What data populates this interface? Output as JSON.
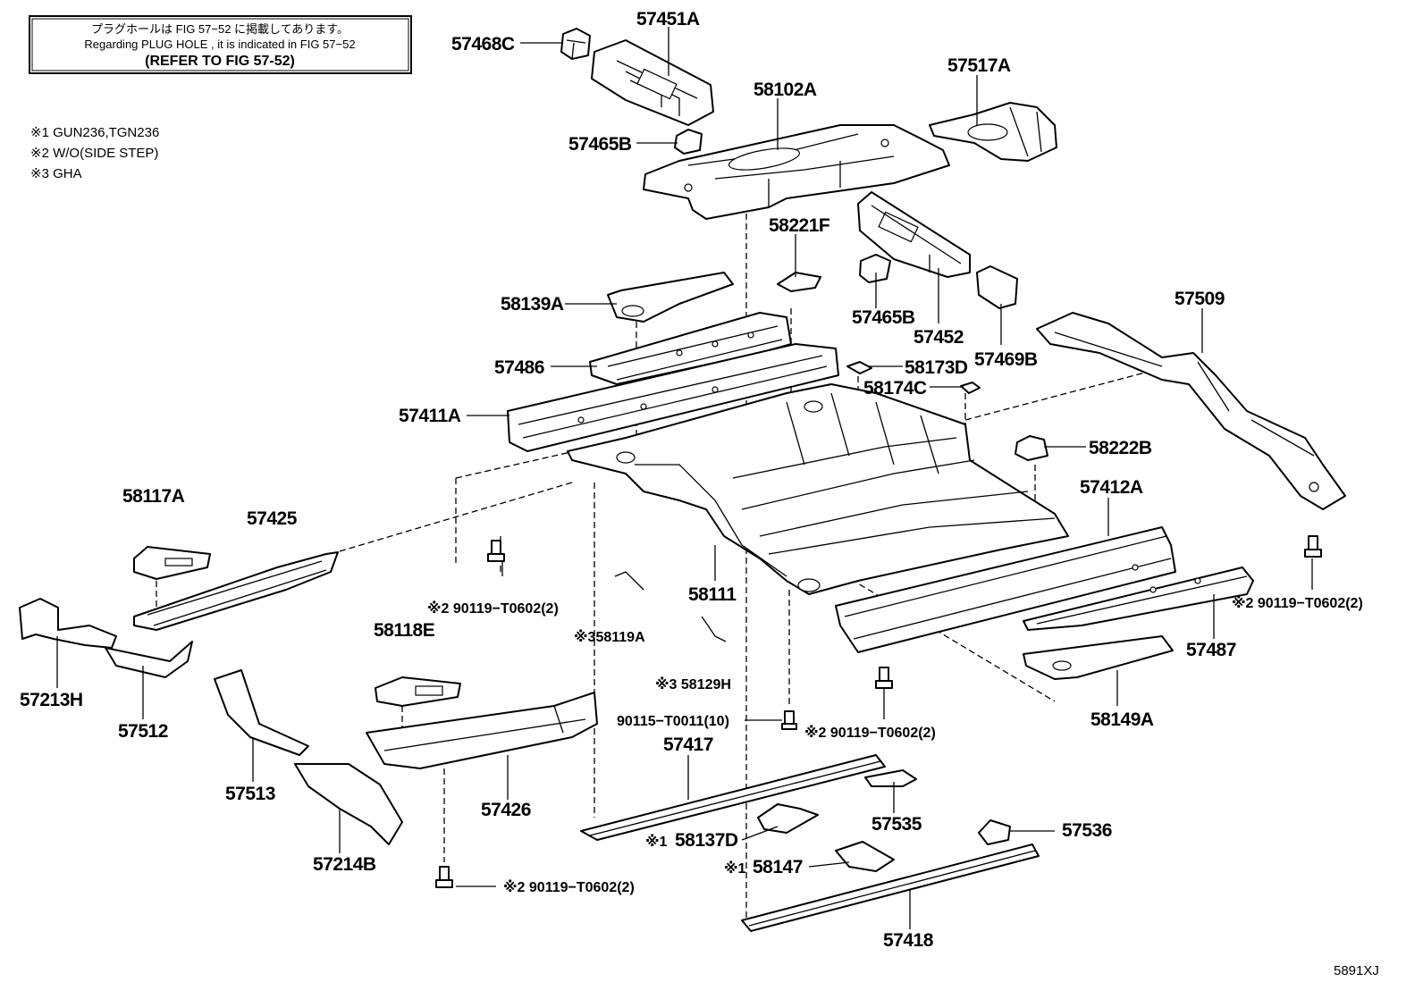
{
  "note_box": {
    "line1": "プラグホールは FIG 57−52 に掲載してあります。",
    "line2": "Regarding  PLUG  HOLE , it is indicated in FIG  57−52",
    "line3": "(REFER TO FIG 57-52)"
  },
  "legend": [
    "※1 GUN236,TGN236",
    "※2 W/O(SIDE STEP)",
    "※3 GHA"
  ],
  "labels": {
    "p57451A": "57451A",
    "p57468C": "57468C",
    "p57517A": "57517A",
    "p58102A": "58102A",
    "p57465B_top": "57465B",
    "p58221F": "58221F",
    "p58139A": "58139A",
    "p57465B_mid": "57465B",
    "p57452": "57452",
    "p57469B": "57469B",
    "p57509": "57509",
    "p57486": "57486",
    "p58173D": "58173D",
    "p58174C": "58174C",
    "p57411A": "57411A",
    "p58222B": "58222B",
    "p58117A": "58117A",
    "p57425": "57425",
    "p57412A": "57412A",
    "p58111": "58111",
    "p57487": "57487",
    "p58118E": "58118E",
    "p57213H": "57213H",
    "p57512": "57512",
    "p58149A": "58149A",
    "p57417": "57417",
    "p57513": "57513",
    "p57426": "57426",
    "p57535": "57535",
    "p57536": "57536",
    "p57214B": "57214B",
    "p57418": "57418",
    "p58137D": "58137D",
    "p58147": "58147"
  },
  "notes": {
    "n58119A": "※358119A",
    "n58129H": "※3 58129H",
    "n58137D_mark": "※1",
    "n58147_mark": "※1",
    "bolt_left_top": "※2 90119−T0602(2)",
    "bolt_right": "※2  90119−T0602(2)",
    "bolt_center": "※2 90119−T0602(2)",
    "bolt_bottom": "※2 90119−T0602(2)",
    "bolt_90115": "90115−T0011(10)"
  },
  "diagram_code": "5891XJ"
}
